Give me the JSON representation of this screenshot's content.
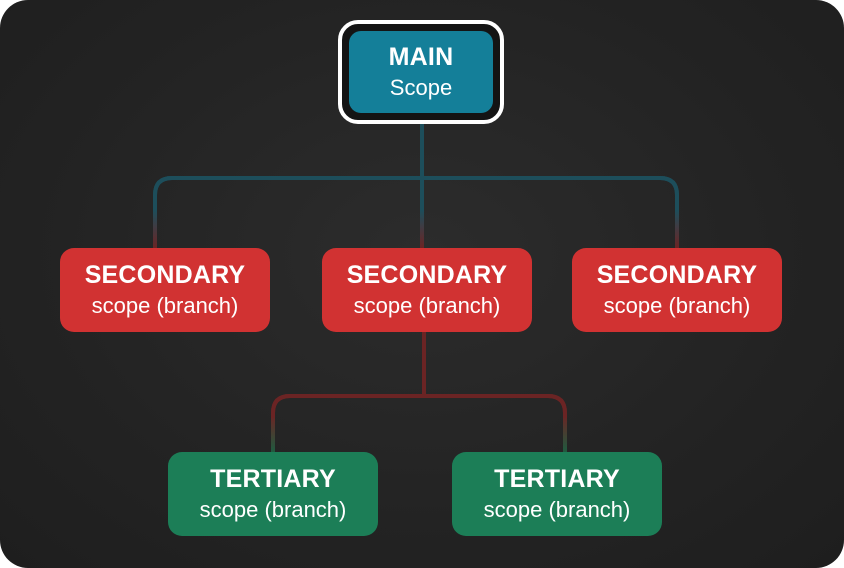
{
  "diagram": {
    "main": {
      "title": "MAIN",
      "subtitle": "Scope"
    },
    "secondary": [
      {
        "title": "SECONDARY",
        "subtitle": "scope (branch)"
      },
      {
        "title": "SECONDARY",
        "subtitle": "scope (branch)"
      },
      {
        "title": "SECONDARY",
        "subtitle": "scope (branch)"
      }
    ],
    "tertiary": [
      {
        "title": "TERTIARY",
        "subtitle": "scope (branch)"
      },
      {
        "title": "TERTIARY",
        "subtitle": "scope (branch)"
      }
    ]
  },
  "colors": {
    "background": "#232323",
    "main": "#147f99",
    "secondary": "#d13232",
    "tertiary": "#1c7e57",
    "main_outline": "#ffffff",
    "connector_main": "#1d4e5b",
    "connector_secondary": "#6b2424",
    "connector_tertiary": "#1f5a3f"
  }
}
